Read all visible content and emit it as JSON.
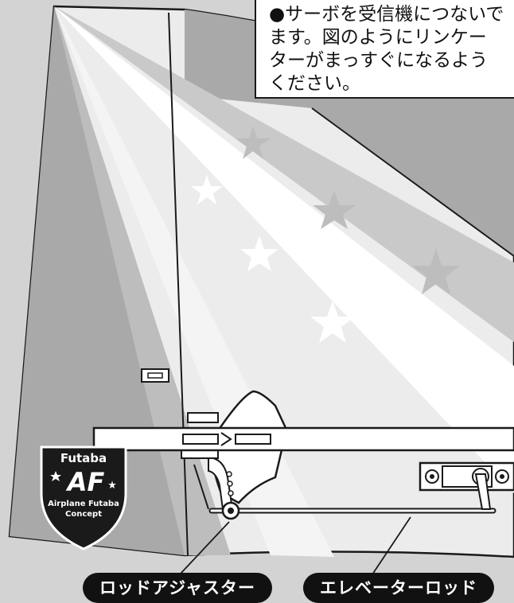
{
  "note": {
    "lines": [
      "●サーボを受信機につないで",
      "ます。図のようにリンケー",
      "ターがまっすぐになるよう",
      "ください。"
    ]
  },
  "logo": {
    "brand": "Futaba",
    "mark": "AF",
    "line1": "Airplane Futaba",
    "line2": "Concept"
  },
  "labels": {
    "rod_adjuster": "ロッドアジャスター",
    "elevator_rod": "エレベーターロッド"
  },
  "colors": {
    "background": "#d3d3d3",
    "fin_dark": "#a9a9a9",
    "stripe_light": "#c9c9c9",
    "outline": "#1a1a1a",
    "label_fill": "#111111"
  }
}
